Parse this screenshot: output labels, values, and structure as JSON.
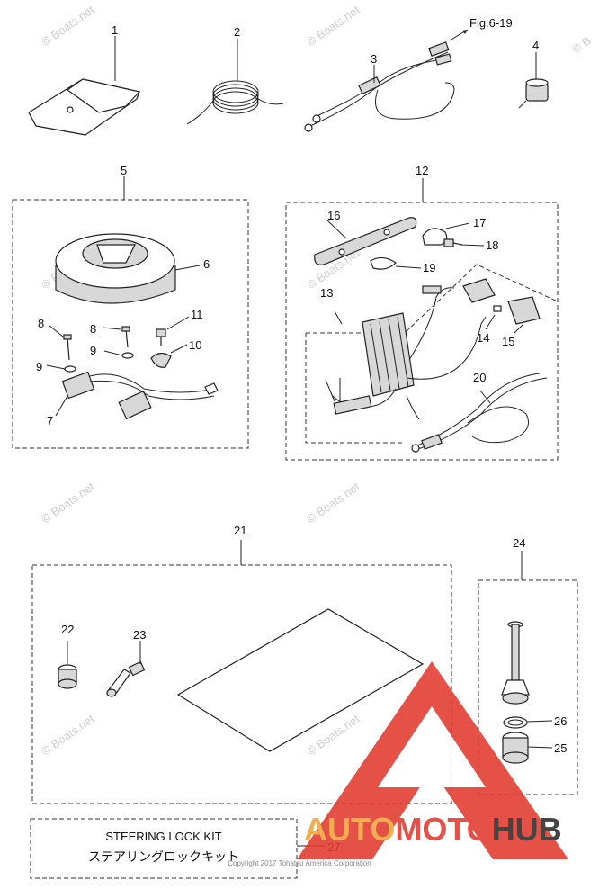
{
  "callouts": [
    "1",
    "2",
    "3",
    "4",
    "5",
    "6",
    "7",
    "8",
    "9",
    "10",
    "11",
    "12",
    "13",
    "14",
    "15",
    "16",
    "17",
    "18",
    "19",
    "20",
    "21",
    "22",
    "23",
    "24",
    "25",
    "26",
    "27"
  ],
  "fig_ref": "Fig.6-19",
  "steering_kit": {
    "line_en": "STEERING LOCK KIT",
    "line_jp": "ステアリングロックキット"
  },
  "watermark": "© Boats.net",
  "copyright": "Copyright 2017 Tohatsu America Corporation",
  "logo": {
    "part1": "AUTO",
    "part2": "MOTO",
    "part3": "HUB"
  },
  "colors": {
    "logo_orange": "#f2a23a",
    "logo_red": "#e23a2e",
    "logo_dark": "#2b2b2b"
  }
}
